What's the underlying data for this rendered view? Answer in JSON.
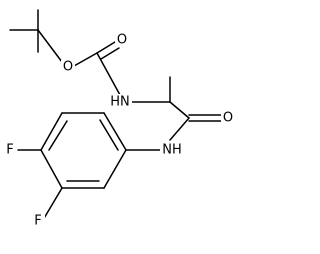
{
  "molecule": {
    "atoms": {
      "ester_oxygen": "O",
      "carbonyl_oxygen_carbamate": "O",
      "carbamate_nitrogen": "HN",
      "amide_oxygen": "O",
      "amide_nitrogen": "NH",
      "fluorine_upper": "F",
      "fluorine_lower": "F"
    }
  }
}
